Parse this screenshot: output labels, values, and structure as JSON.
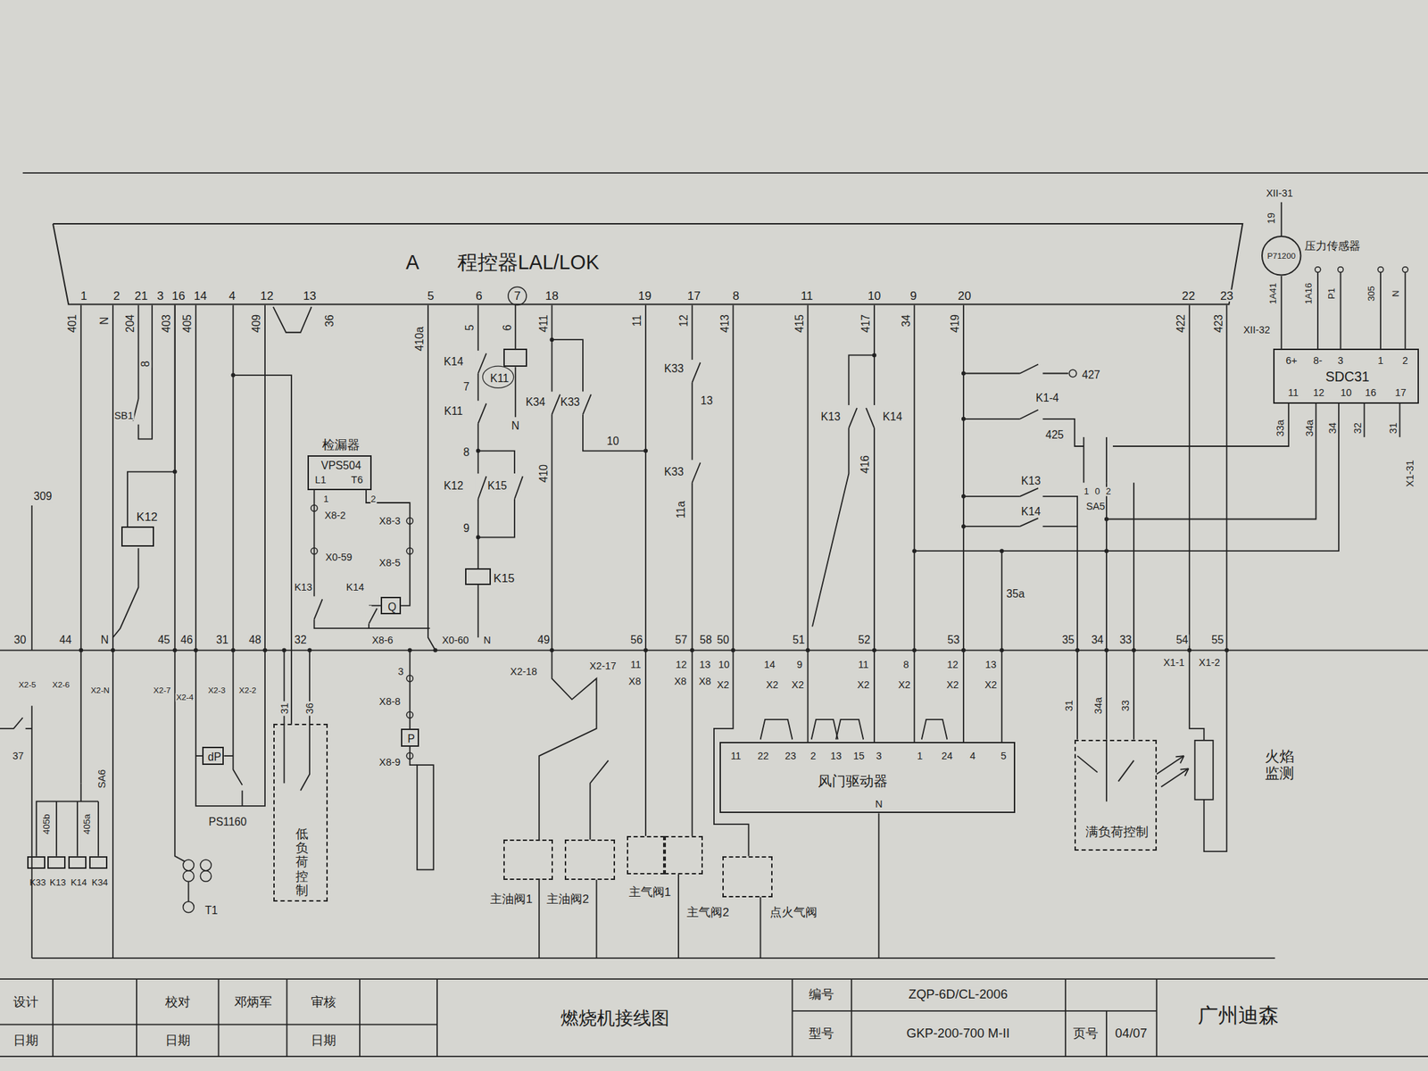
{
  "diagram": {
    "nodes": [
      {
        "text": [
          "A",
          "程控器LAL/LOK"
        ]
      },
      {
        "text": [
          "检漏器",
          "VPS504"
        ]
      },
      {
        "text": [
          "K12"
        ]
      },
      {
        "text": [
          "K11"
        ]
      },
      {
        "text": [
          "K15"
        ]
      },
      {
        "text": [
          "Q"
        ]
      },
      {
        "text": [
          "P"
        ]
      },
      {
        "text": [
          "dP"
        ]
      },
      {
        "text": [
          "低负荷控制"
        ]
      },
      {
        "text": [
          "风门驱动器"
        ]
      },
      {
        "text": [
          "满负荷控制"
        ]
      },
      {
        "text": [
          "SDC31"
        ]
      },
      {
        "text": [
          "P71200",
          "压力传感器"
        ]
      },
      {
        "text": [
          "主油阀1"
        ]
      },
      {
        "text": [
          "主油阀2"
        ]
      },
      {
        "text": [
          "主气阀1"
        ]
      },
      {
        "text": [
          "主气阀2"
        ]
      },
      {
        "text": [
          "点火气阀"
        ]
      },
      {
        "text": [
          "K33"
        ]
      },
      {
        "text": [
          "K13"
        ]
      },
      {
        "text": [
          "K14"
        ]
      },
      {
        "text": [
          "K34"
        ]
      }
    ],
    "edges": [
      {
        "from": 0,
        "to": 2,
        "arrow": "none"
      },
      {
        "from": 0,
        "to": 3,
        "arrow": "none"
      },
      {
        "from": 0,
        "to": 4,
        "arrow": "none"
      },
      {
        "from": 0,
        "to": 9,
        "arrow": "none"
      },
      {
        "from": 0,
        "to": 10,
        "arrow": "none"
      },
      {
        "from": 0,
        "to": 13,
        "arrow": "none"
      },
      {
        "from": 0,
        "to": 15,
        "arrow": "none"
      },
      {
        "from": 0,
        "to": 16,
        "arrow": "none"
      },
      {
        "from": 0,
        "to": 17,
        "arrow": "none"
      },
      {
        "from": 12,
        "to": 11,
        "arrow": "none"
      }
    ],
    "labels": [
      "1",
      "2",
      "21",
      "3",
      "16",
      "14",
      "4",
      "12",
      "13",
      "5",
      "6",
      "7",
      "18",
      "19",
      "17",
      "8",
      "11",
      "10",
      "9",
      "20",
      "22",
      "23",
      "401",
      "N",
      "204",
      "8",
      "403",
      "405",
      "409",
      "36",
      "410a",
      "5",
      "6",
      "411",
      "11",
      "12",
      "413",
      "415",
      "417",
      "34",
      "419",
      "422",
      "423",
      "SB1",
      "309",
      "K14",
      "7",
      "K11",
      "8",
      "K12",
      "K15",
      "9",
      "K34",
      "N",
      "K33",
      "10",
      "410",
      "K33",
      "13",
      "K33",
      "11a",
      "K13",
      "K14",
      "416",
      "K1-4",
      "427",
      "425",
      "K13",
      "K14",
      "1",
      "0",
      "2",
      "SA5",
      "35a",
      "L1",
      "T6",
      "1",
      "2",
      "X8-2",
      "X8-3",
      "X0-59",
      "X8-5",
      "K13",
      "K14",
      "3",
      "X8-8",
      "X8-9",
      "30",
      "44",
      "N",
      "45",
      "46",
      "31",
      "48",
      "32",
      "X8-6",
      "X0-60",
      "N",
      "49",
      "56",
      "57",
      "58",
      "50",
      "51",
      "52",
      "53",
      "35",
      "34",
      "33",
      "54",
      "55",
      "X2-18",
      "X2-17",
      "11",
      "X8",
      "12",
      "X8",
      "13",
      "X8",
      "10",
      "X2",
      "14",
      "X2",
      "9",
      "X2",
      "11",
      "X2",
      "8",
      "X2",
      "12",
      "X2",
      "13",
      "X2",
      "X1-1",
      "X1-2",
      "X2-5",
      "X2-6",
      "X2-N",
      "X2-7",
      "X2-4",
      "X2-3",
      "X2-2",
      "37",
      "SA6",
      "405b",
      "405a",
      "T1",
      "PS1160",
      "31",
      "36",
      "11",
      "22",
      "23",
      "2",
      "13",
      "15",
      "3",
      "1",
      "24",
      "4",
      "5",
      "N",
      "31",
      "34a",
      "33",
      "XII-31",
      "19",
      "XII-32",
      "1A41",
      "1A16",
      "P1",
      "305",
      "N",
      "6+",
      "8-",
      "3",
      "1",
      "2",
      "11",
      "12",
      "10",
      "16",
      "17",
      "33a",
      "34a",
      "34",
      "32",
      "31",
      "X1-31",
      "火焰监测",
      "设计",
      "日期",
      "校对",
      "邓炳军",
      "日期",
      "审核",
      "日期",
      "燃烧机接线图",
      "编号",
      "ZQP-6D/CL-2006",
      "型号",
      "GKP-200-700 M-II",
      "页号",
      "04/07",
      "广州迪森"
    ]
  }
}
